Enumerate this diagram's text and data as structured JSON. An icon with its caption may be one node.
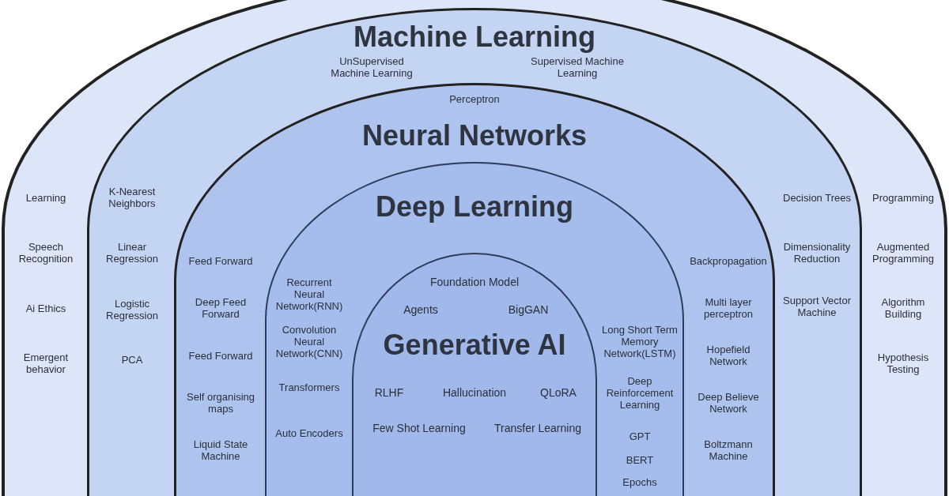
{
  "diagram": {
    "nodes": [
      {
        "text": [
          "Learning",
          "Programming",
          "Speech Recognition",
          "Augmented Programming",
          "Ai Ethics",
          "Algorithm Building",
          "Emergent behavior",
          "Hypothesis Testing"
        ]
      },
      {
        "text": [
          "Machine Learning",
          "UnSupervised Machine Learning",
          "Supervised Machine Learning",
          "K-Nearest Neighbors",
          "Decision Trees",
          "Linear Regression",
          "Dimensionality Reduction",
          "Support Vector Machine",
          "Logistic Regression",
          "PCA"
        ],
        "in": 0
      },
      {
        "text": [
          "Neural Networks",
          "Perceptron",
          "Feed Forward",
          "Backpropagation",
          "Deep Feed Forward",
          "Multi layer perceptron",
          "Feed Forward",
          "Hopefield Network",
          "Self organising maps",
          "Deep Believe Network",
          "Liquid State Machine",
          "Boltzmann Machine"
        ],
        "in": 1
      },
      {
        "text": [
          "Deep Learning",
          "Recurrent Neural Network(RNN)",
          "Convolution Neural Network(CNN)",
          "Long Short Term Memory Network(LSTM)",
          "Transformers",
          "Deep Reinforcement Learning",
          "Auto Encoders",
          "GPT",
          "BERT",
          "Epochs"
        ],
        "in": 2
      },
      {
        "text": [
          "Generative AI",
          "Foundation Model",
          "Agents",
          "BigGAN",
          "RLHF",
          "Hallucination",
          "QLoRA",
          "Few Shot Learning",
          "Transfer Learning"
        ],
        "in": 3
      }
    ],
    "edges": []
  }
}
